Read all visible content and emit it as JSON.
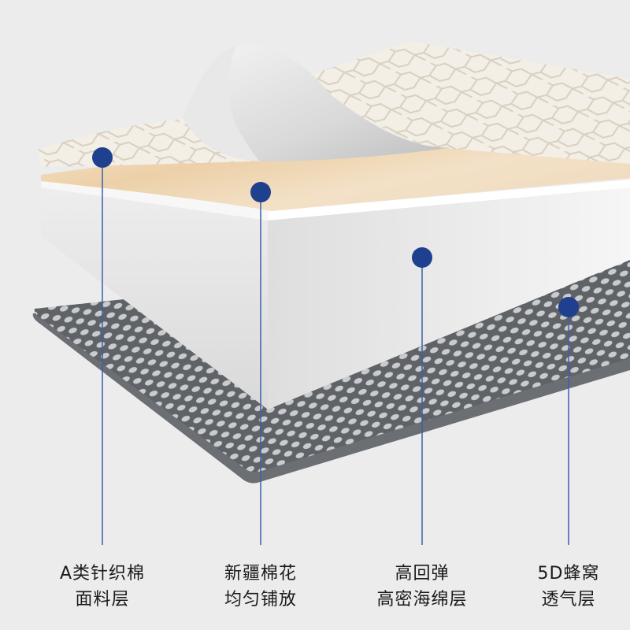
{
  "colors": {
    "background": "#ececec",
    "marker": "#1f3f8f",
    "leader_line": "#3b5fae",
    "text": "#1a1a1a"
  },
  "layers": [
    {
      "line1": "A类针织棉",
      "line2": "面料层"
    },
    {
      "line1": "新疆棉花",
      "line2": "均匀铺放"
    },
    {
      "line1": "高回弹",
      "line2": "高密海绵层"
    },
    {
      "line1": "5D蜂窝",
      "line2": "透气层"
    }
  ]
}
